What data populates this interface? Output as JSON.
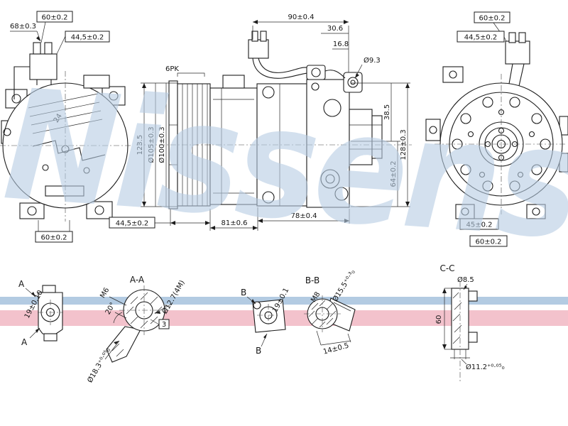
{
  "watermark": "Nissens",
  "colors": {
    "watermark_blue": "#b7cde3",
    "stripe_blue": "#b3cbe2",
    "stripe_pink": "#f3c2cc"
  },
  "front_view": {
    "dim_offset": "68±0.3",
    "dim_width_top": "60±0.2",
    "dim_connector": "44,5±0.2",
    "dim_angle": "24",
    "dim_width_bottom": "60±0.2"
  },
  "side_view": {
    "dim_span_top": "90±0.4",
    "dim_step_upper": "30.6",
    "dim_step_lower": "16.8",
    "dim_hole": "Ø9.3",
    "belt_type": "6PK",
    "dim_height": "123.5",
    "dim_pulley_od": "Ø105±0.3",
    "dim_pulley_pitch": "Ø100±0.3",
    "dim_rear_upper": "38.5",
    "dim_height_total": "128±0.3",
    "dim_port_height": "64±0.2",
    "dim_pulley_width": "44,5±0.2",
    "dim_body_length": "81±0.6",
    "dim_rear_length": "78±0.4"
  },
  "rear_view": {
    "dim_width_top": "60±0.2",
    "dim_connector": "44,5±0.2",
    "dim_lug_span": "45±0.2",
    "dim_width_bottom": "60±0.2"
  },
  "detail_a": {
    "marker_top": "A",
    "marker_bottom": "A",
    "dim_length": "19±0.10"
  },
  "section_aa": {
    "title": "A-A",
    "thread": "M6",
    "angle": "20°",
    "dim_dia": "Ø12.7(4M)",
    "flag": "3",
    "dim_bore": "Ø18.3⁺⁰·⁰⁵₀"
  },
  "detail_b": {
    "marker_top": "B",
    "marker_bottom": "B",
    "dim_length": "19±0.1"
  },
  "section_bb": {
    "title": "B-B",
    "thread": "M8",
    "dim_bore": "Ø15.5⁺⁰·³₀",
    "dim_depth": "14±0.5"
  },
  "section_cc": {
    "title": "C-C",
    "dim_dia_top": "Ø8.5",
    "dim_height": "60",
    "dim_dia_bottom": "Ø11.2⁺⁰·⁰⁵₀"
  }
}
